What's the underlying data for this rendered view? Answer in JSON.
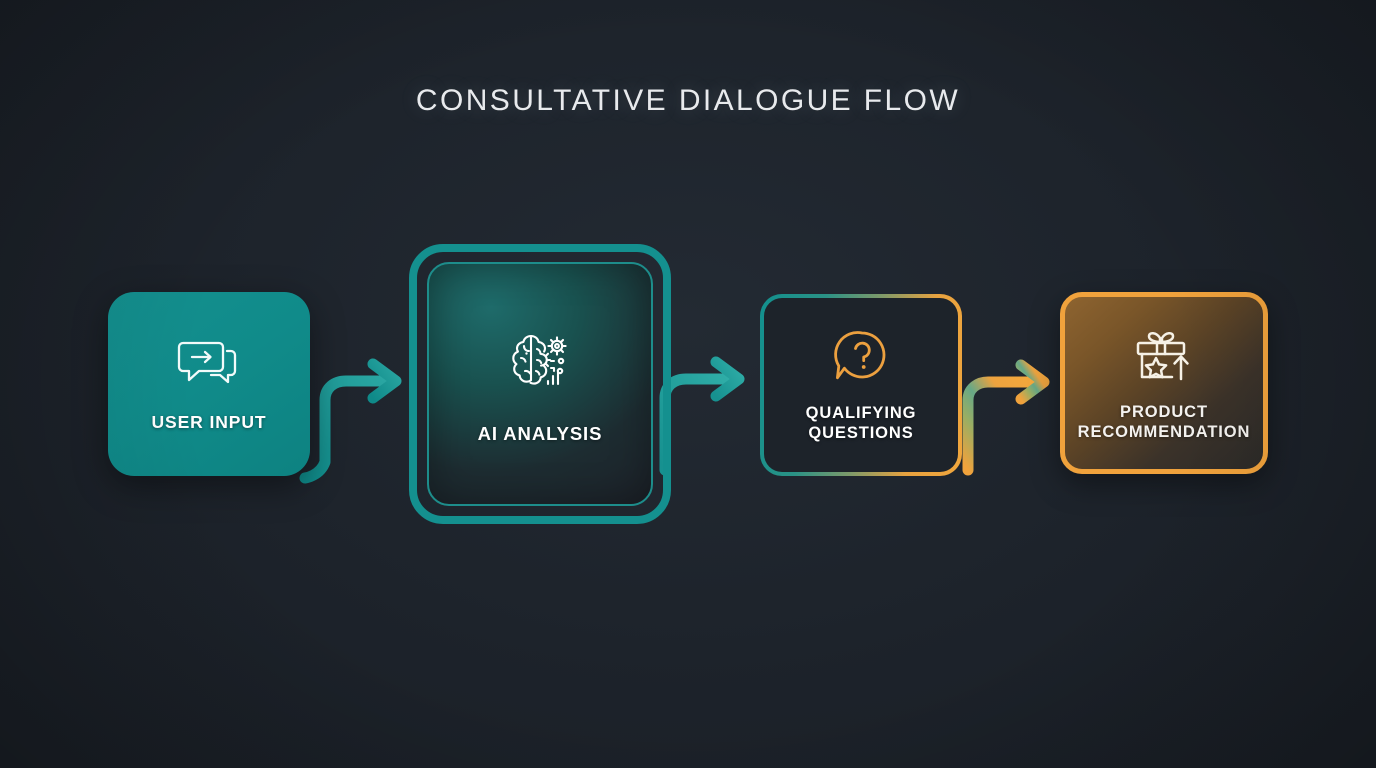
{
  "page": {
    "title": "CONSULTATIVE DIALOGUE FLOW",
    "background_color": "#1d232a"
  },
  "colors": {
    "teal": "#109090",
    "teal_light": "#2aa6a2",
    "orange": "#f0a23c",
    "amber_fill": "#8e6430",
    "text": "#ffffff",
    "title_text": "#e8eaed"
  },
  "flow": {
    "nodes": [
      {
        "id": "user-input",
        "label": "USER INPUT",
        "icon": "chat-bubbles-arrow-icon",
        "style": "filled-teal",
        "accent": "#109090"
      },
      {
        "id": "ai-analysis",
        "label": "AI ANALYSIS",
        "icon": "brain-gears-icon",
        "style": "double-ring-teal",
        "accent": "#14908f"
      },
      {
        "id": "qualifying-questions",
        "label": "QUALIFYING\nQUESTIONS",
        "label_line1": "QUALIFYING",
        "label_line2": "QUESTIONS",
        "icon": "question-speech-bubble-icon",
        "style": "gradient-border-teal-orange",
        "accent": "#f0a23c"
      },
      {
        "id": "product-recommendation",
        "label": "PRODUCT\nRECOMMENDATION",
        "label_line1": "PRODUCT",
        "label_line2": "RECOMMENDATION",
        "icon": "gift-star-arrow-icon",
        "style": "filled-amber-orange-border",
        "accent": "#f0a23c"
      }
    ],
    "connectors": [
      {
        "id": "connector-1",
        "from": "user-input",
        "to": "ai-analysis",
        "shape": "s-curve-right-arrow",
        "color_start": "#0f8a89",
        "color_end": "#2aa6a2"
      },
      {
        "id": "connector-2",
        "from": "ai-analysis",
        "to": "qualifying-questions",
        "shape": "s-curve-right-arrow",
        "color_start": "#17918f",
        "color_end": "#2fada7"
      },
      {
        "id": "connector-3",
        "from": "qualifying-questions",
        "to": "product-recommendation",
        "shape": "s-curve-right-arrow",
        "color_start": "#5fa77f",
        "color_end": "#f0a23c"
      }
    ]
  }
}
